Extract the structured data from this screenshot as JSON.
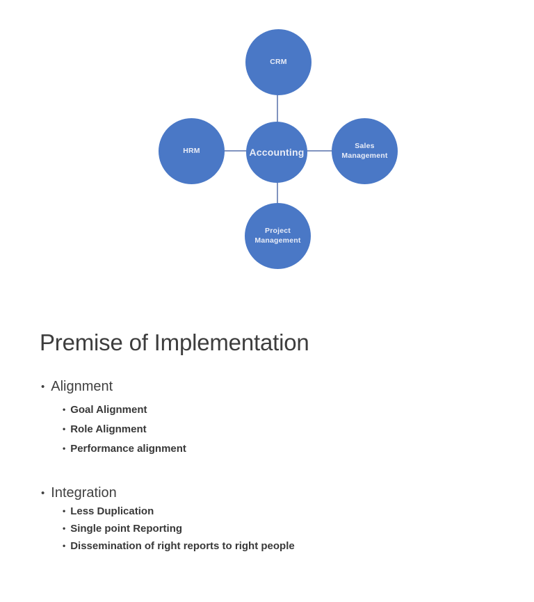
{
  "slide": {
    "title": "Premise of Implementation",
    "bullet_char": "•",
    "sections": [
      {
        "label": "Alignment",
        "items": [
          "Goal Alignment",
          "Role Alignment",
          "Performance alignment"
        ]
      },
      {
        "label": "Integration",
        "items": [
          "Less Duplication",
          "Single point Reporting",
          "Dissemination of right reports to right people"
        ]
      }
    ]
  },
  "diagram": {
    "type": "radial-hub-spoke",
    "center": {
      "label": "Accounting"
    },
    "spokes": [
      {
        "label": "CRM",
        "position": "top"
      },
      {
        "label": "HRM",
        "position": "left"
      },
      {
        "label": "Sales Management",
        "position": "right"
      },
      {
        "label": "Project Management",
        "position": "bottom"
      }
    ],
    "node_color": "#4A78C6",
    "node_text_color": "#E8ECF7",
    "connector_color": "#8093BF"
  }
}
